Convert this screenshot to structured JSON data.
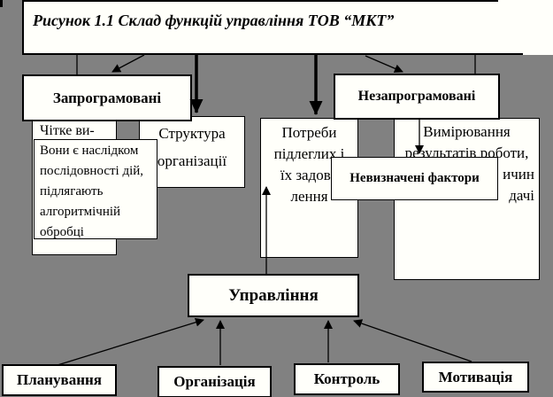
{
  "figure": {
    "title": "Рисунок 1.1 Склад функцій управління ТОВ “МКТ”"
  },
  "boxes": {
    "programmed": {
      "label": "Запрограмовані"
    },
    "clear_note": {
      "label": "Чітке ви-"
    },
    "consequence_note": {
      "lines": [
        "Вони є наслідком",
        "послідовності дій,",
        "підлягають",
        "алгоритмічній",
        "обробці"
      ]
    },
    "structure": {
      "lines": [
        "Структура",
        "організації"
      ]
    },
    "nonprogrammed": {
      "label": "Незапрограмовані"
    },
    "needs": {
      "lines": [
        "Потреби",
        "підлеглих і",
        "їх задово",
        "лення"
      ]
    },
    "measurement": {
      "lines": [
        "Вимірювання",
        "результатів роботи,",
        "ичин",
        "дачі"
      ]
    },
    "uncertain_factors": {
      "label": "Невизначені фактори"
    },
    "management": {
      "label": "Управління"
    },
    "planning": {
      "label": "Планування"
    },
    "organization": {
      "label": "Організація"
    },
    "control": {
      "label": "Контроль"
    },
    "motivation": {
      "label": "Мотивація"
    }
  },
  "colors": {
    "background": "#818181",
    "box_fill": "#fffffa",
    "border": "#000000",
    "text": "#000000"
  }
}
